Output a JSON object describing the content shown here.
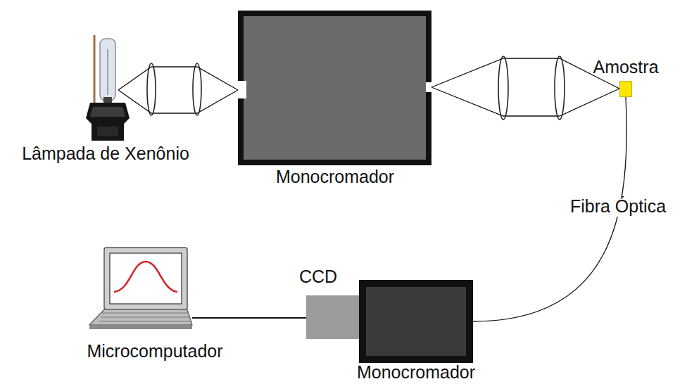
{
  "diagram": {
    "nodes": [
      {
        "text": [
          "Lâmpada de Xenônio"
        ]
      },
      {
        "text": [
          "Monocromador"
        ]
      },
      {
        "text": [
          "Amostra"
        ]
      },
      {
        "text": [
          "Microcomputador"
        ]
      },
      {
        "text": [
          "CCD"
        ]
      },
      {
        "text": [
          "Monocromador"
        ]
      }
    ],
    "edges": [
      {
        "from": 0,
        "to": 1,
        "arrow": "none"
      },
      {
        "from": 1,
        "to": 2,
        "arrow": "none"
      },
      {
        "from": 2,
        "to": 5,
        "label": "Fibra Óptica",
        "arrow": "none"
      },
      {
        "from": 3,
        "to": 4,
        "arrow": "none"
      }
    ]
  }
}
